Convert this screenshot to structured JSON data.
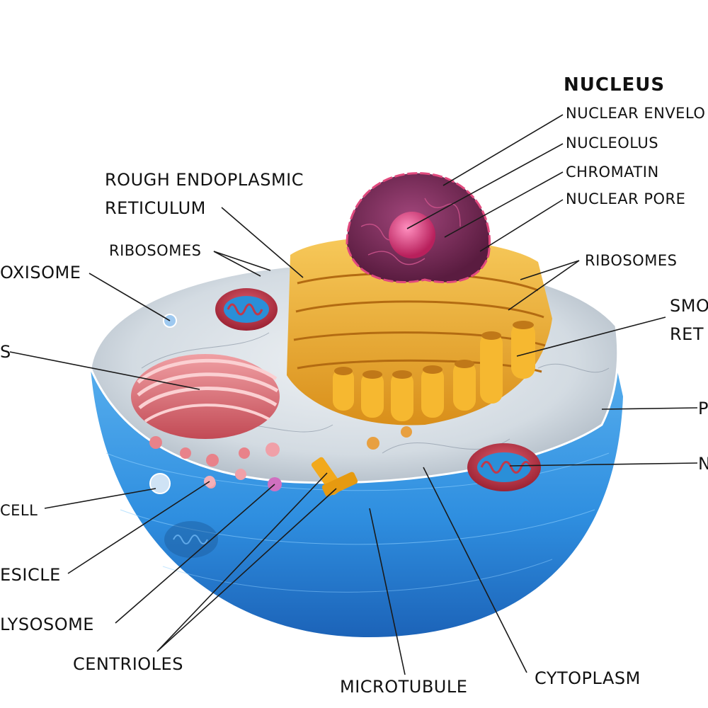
{
  "diagram": {
    "nucleus_heading": "NUCLEUS",
    "labels": {
      "nuclear_envelope": "NUCLEAR ENVELO",
      "nucleolus": "NUCLEOLUS",
      "chromatin": "CHROMATIN",
      "nuclear_pore": "NUCLEAR PORE",
      "rough_er_line1": "ROUGH ENDOPLASMIC",
      "rough_er_line2": "RETICULUM",
      "ribosomes_left": "RIBOSOMES",
      "ribosomes_right": "RIBOSOMES",
      "peroxisome": "OXISOME",
      "golgi": "S",
      "smooth_er_line1": "SMO",
      "smooth_er_line2": "RET",
      "plasma_membrane": "P",
      "mitochondrion": "N",
      "cell": "CELL",
      "vesicle": "ESICLE",
      "lysosome": "LYSOSOME",
      "centrioles": "CENTRIOLES",
      "microtubule": "MICROTUBULE",
      "cytoplasm": "CYTOPLASM"
    },
    "colors": {
      "cell_body": "#2f8fe0",
      "cytoplasm": "#d6dde3",
      "nucleus": "#7a2a55",
      "nucleolus": "#d0306e",
      "rough_er": "#f0b232",
      "golgi": "#d9656e",
      "mitochondrion": "#c0394a",
      "mito_cristae": "#2a8fd8"
    }
  }
}
